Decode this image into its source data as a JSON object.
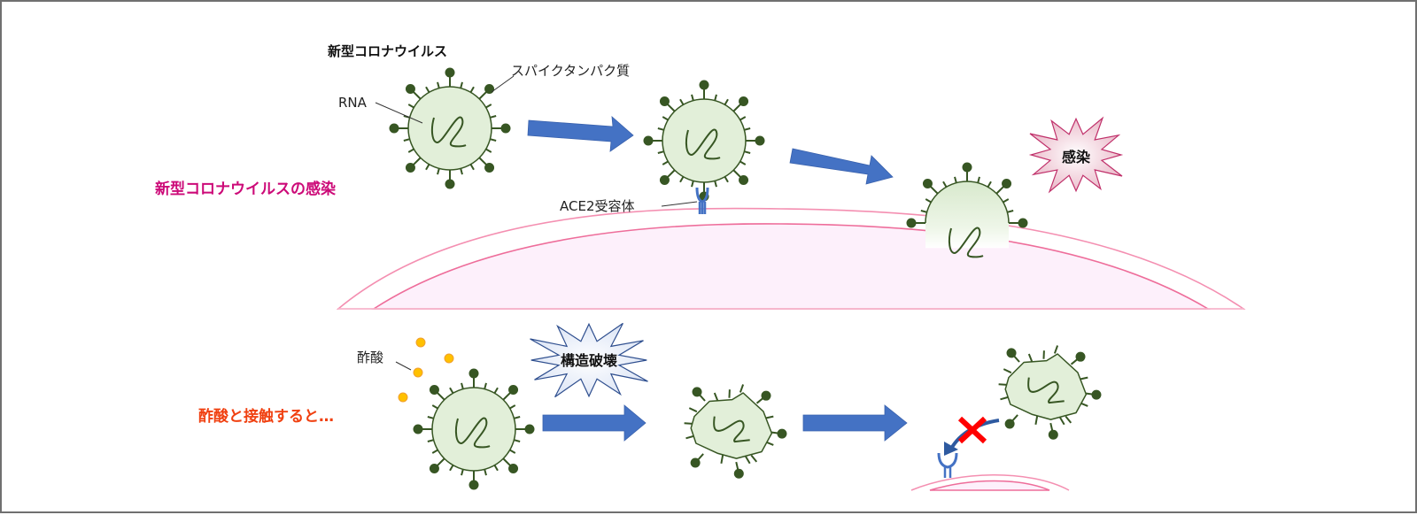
{
  "labels": {
    "virus_title": "新型コロナウイルス",
    "spike_protein": "スパイクタンパク質",
    "rna": "RNA",
    "ace2_receptor": "ACE2受容体",
    "infection_burst": "感染",
    "section1_heading": "新型コロナウイルスの感染",
    "acetic_acid": "酢酸",
    "structure_destruction_burst": "構造破壊",
    "section2_heading": "酢酸と接触すると…"
  },
  "colors": {
    "section1_heading": "#cc0a78",
    "section2_heading": "#f04010",
    "virus_fill": "#e2efd9",
    "virus_stroke": "#375623",
    "arrow": "#4472c4",
    "cell_stroke": "#f48fb1",
    "cell_fill": "#fdf0fb",
    "receptor": "#4472c4",
    "acid_dot": "#ffc000",
    "block_x": "#ff0000",
    "burst_infection_fill": "#f4d3dc",
    "burst_infection_stroke": "#c0306a",
    "burst_destruction_fill": "#eef2fb",
    "burst_destruction_stroke": "#2f4f8f"
  }
}
